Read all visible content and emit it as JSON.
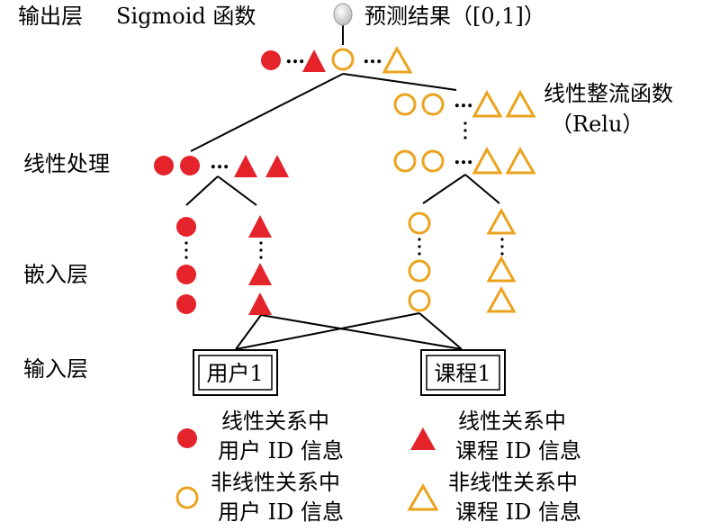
{
  "labels": {
    "output_layer": "输出层",
    "sigmoid": "Sigmoid 函数",
    "prediction": "预测结果（[0,1]）",
    "relu_line1": "线性整流函数",
    "relu_line2": "（Relu）",
    "linear_processing": "线性处理",
    "embedding_layer": "嵌入层",
    "input_layer": "输入层",
    "ellipsis": "…"
  },
  "inputs": {
    "user": "用户1",
    "course": "课程1"
  },
  "legend": [
    {
      "shape": "filled-circle",
      "line1": "线性关系中",
      "line2": "用户 ID 信息"
    },
    {
      "shape": "filled-triangle",
      "line1": "线性关系中",
      "line2": "课程 ID 信息"
    },
    {
      "shape": "hollow-circle",
      "line1": "非线性关系中",
      "line2": "用户 ID 信息"
    },
    {
      "shape": "hollow-triangle",
      "line1": "非线性关系中",
      "line2": "课程 ID 信息"
    }
  ],
  "colors": {
    "linear": "#e4232a",
    "nonlinear": "#eba31f",
    "output_node": "#d9d9d9",
    "line": "#000000"
  }
}
